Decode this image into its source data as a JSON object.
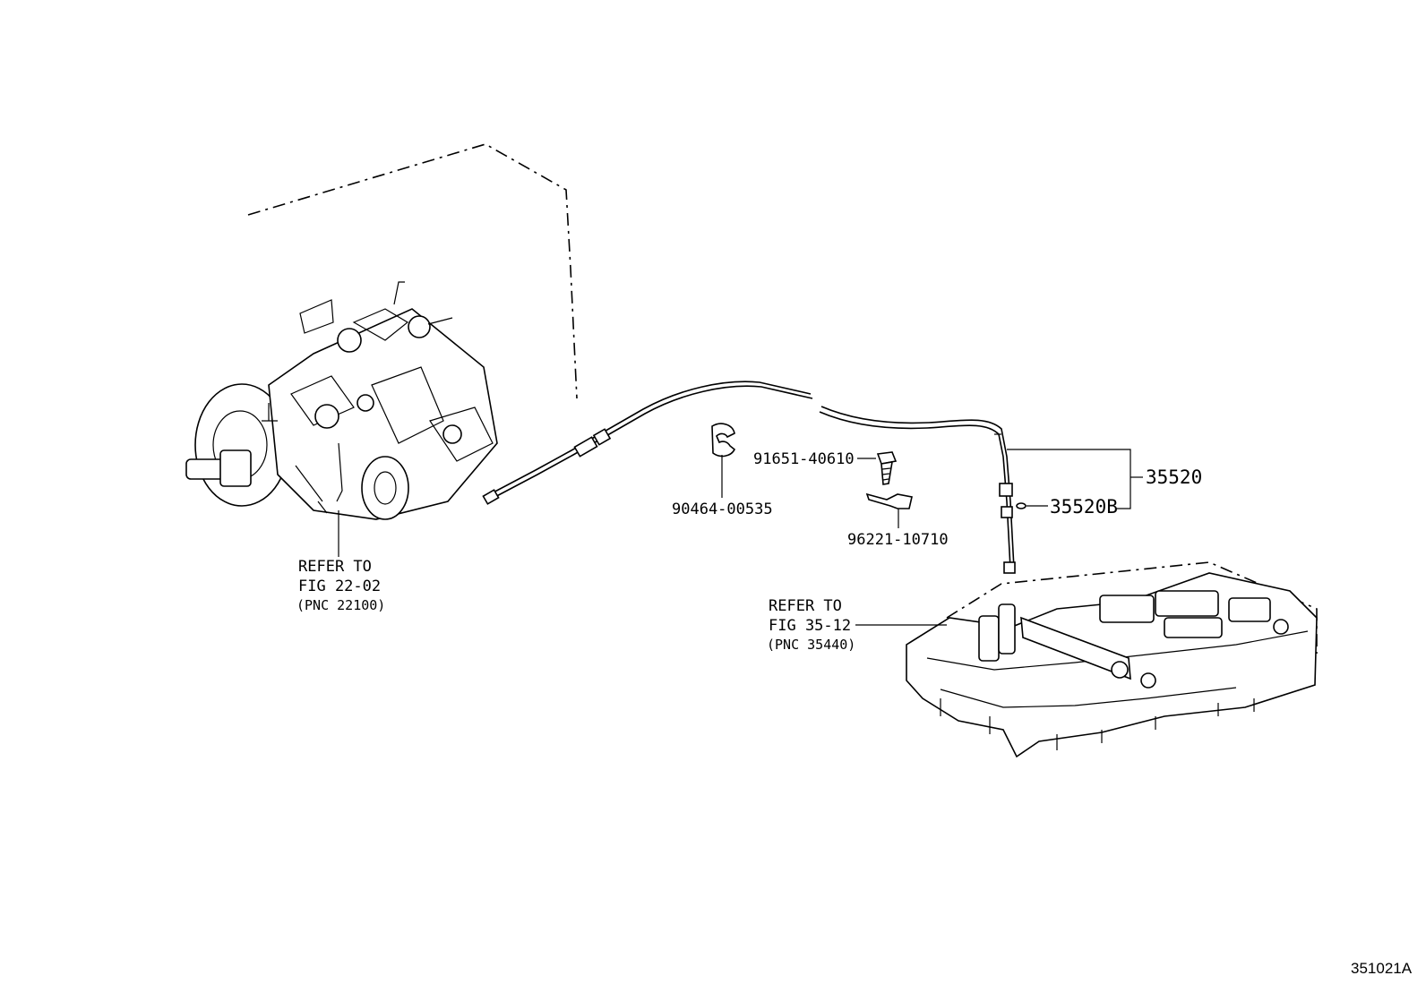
{
  "figure_id": "351021A",
  "callouts": {
    "pump_ref": [
      "REFER TO",
      "FIG 22-02",
      "(PNC 22100)"
    ],
    "valve_body_ref": [
      "REFER TO",
      "FIG 35-12",
      "(PNC 35440)"
    ],
    "clamp": "90464-00535",
    "bolt": "91651-40610",
    "pin": "96221-10710",
    "cable_assembly": "35520",
    "cable_sub": "35520B"
  }
}
